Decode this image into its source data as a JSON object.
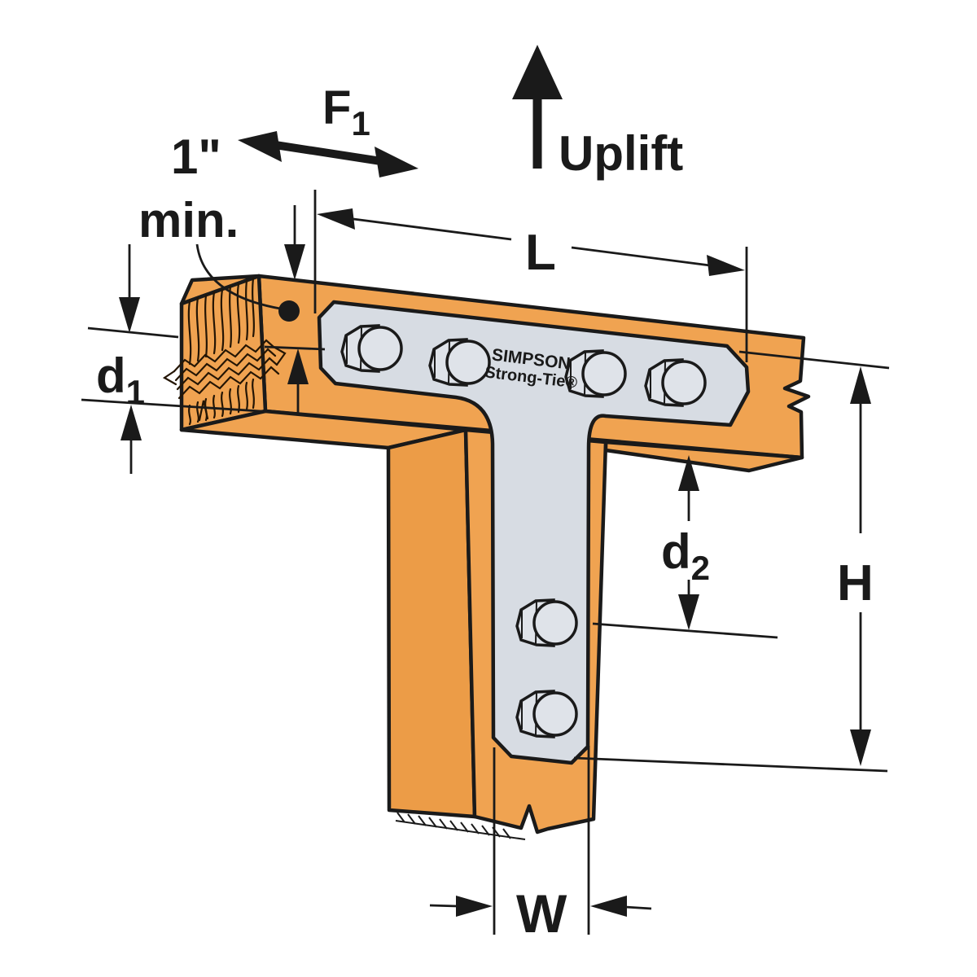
{
  "diagram": {
    "description": "Isometric installation illustration of a T-strap connector bolted across a horizontal wood beam and a vertical wood post, with engineering dimension callouts",
    "brand_stamp": {
      "line1": "SIMPSON",
      "line2": "Strong-Tie®"
    },
    "labels": {
      "lateral_force_main": "F",
      "lateral_force_sub": "1",
      "uplift": "Uplift",
      "edge_distance_value": "1\"",
      "edge_distance_qualifier": "min.",
      "strap_length": "L",
      "strap_height": "H",
      "strap_width": "W",
      "d1_main": "d",
      "d1_sub": "1",
      "d2_main": "d",
      "d2_sub": "2"
    },
    "fasteners": {
      "beam_bolt_count": 4,
      "post_bolt_count": 2
    },
    "colors": {
      "wood": "#F0A351",
      "steel_plate": "#D7DCE3",
      "bolt": "#DFE3E9",
      "line": "#1A1A1A",
      "background": "#FFFFFF"
    }
  }
}
